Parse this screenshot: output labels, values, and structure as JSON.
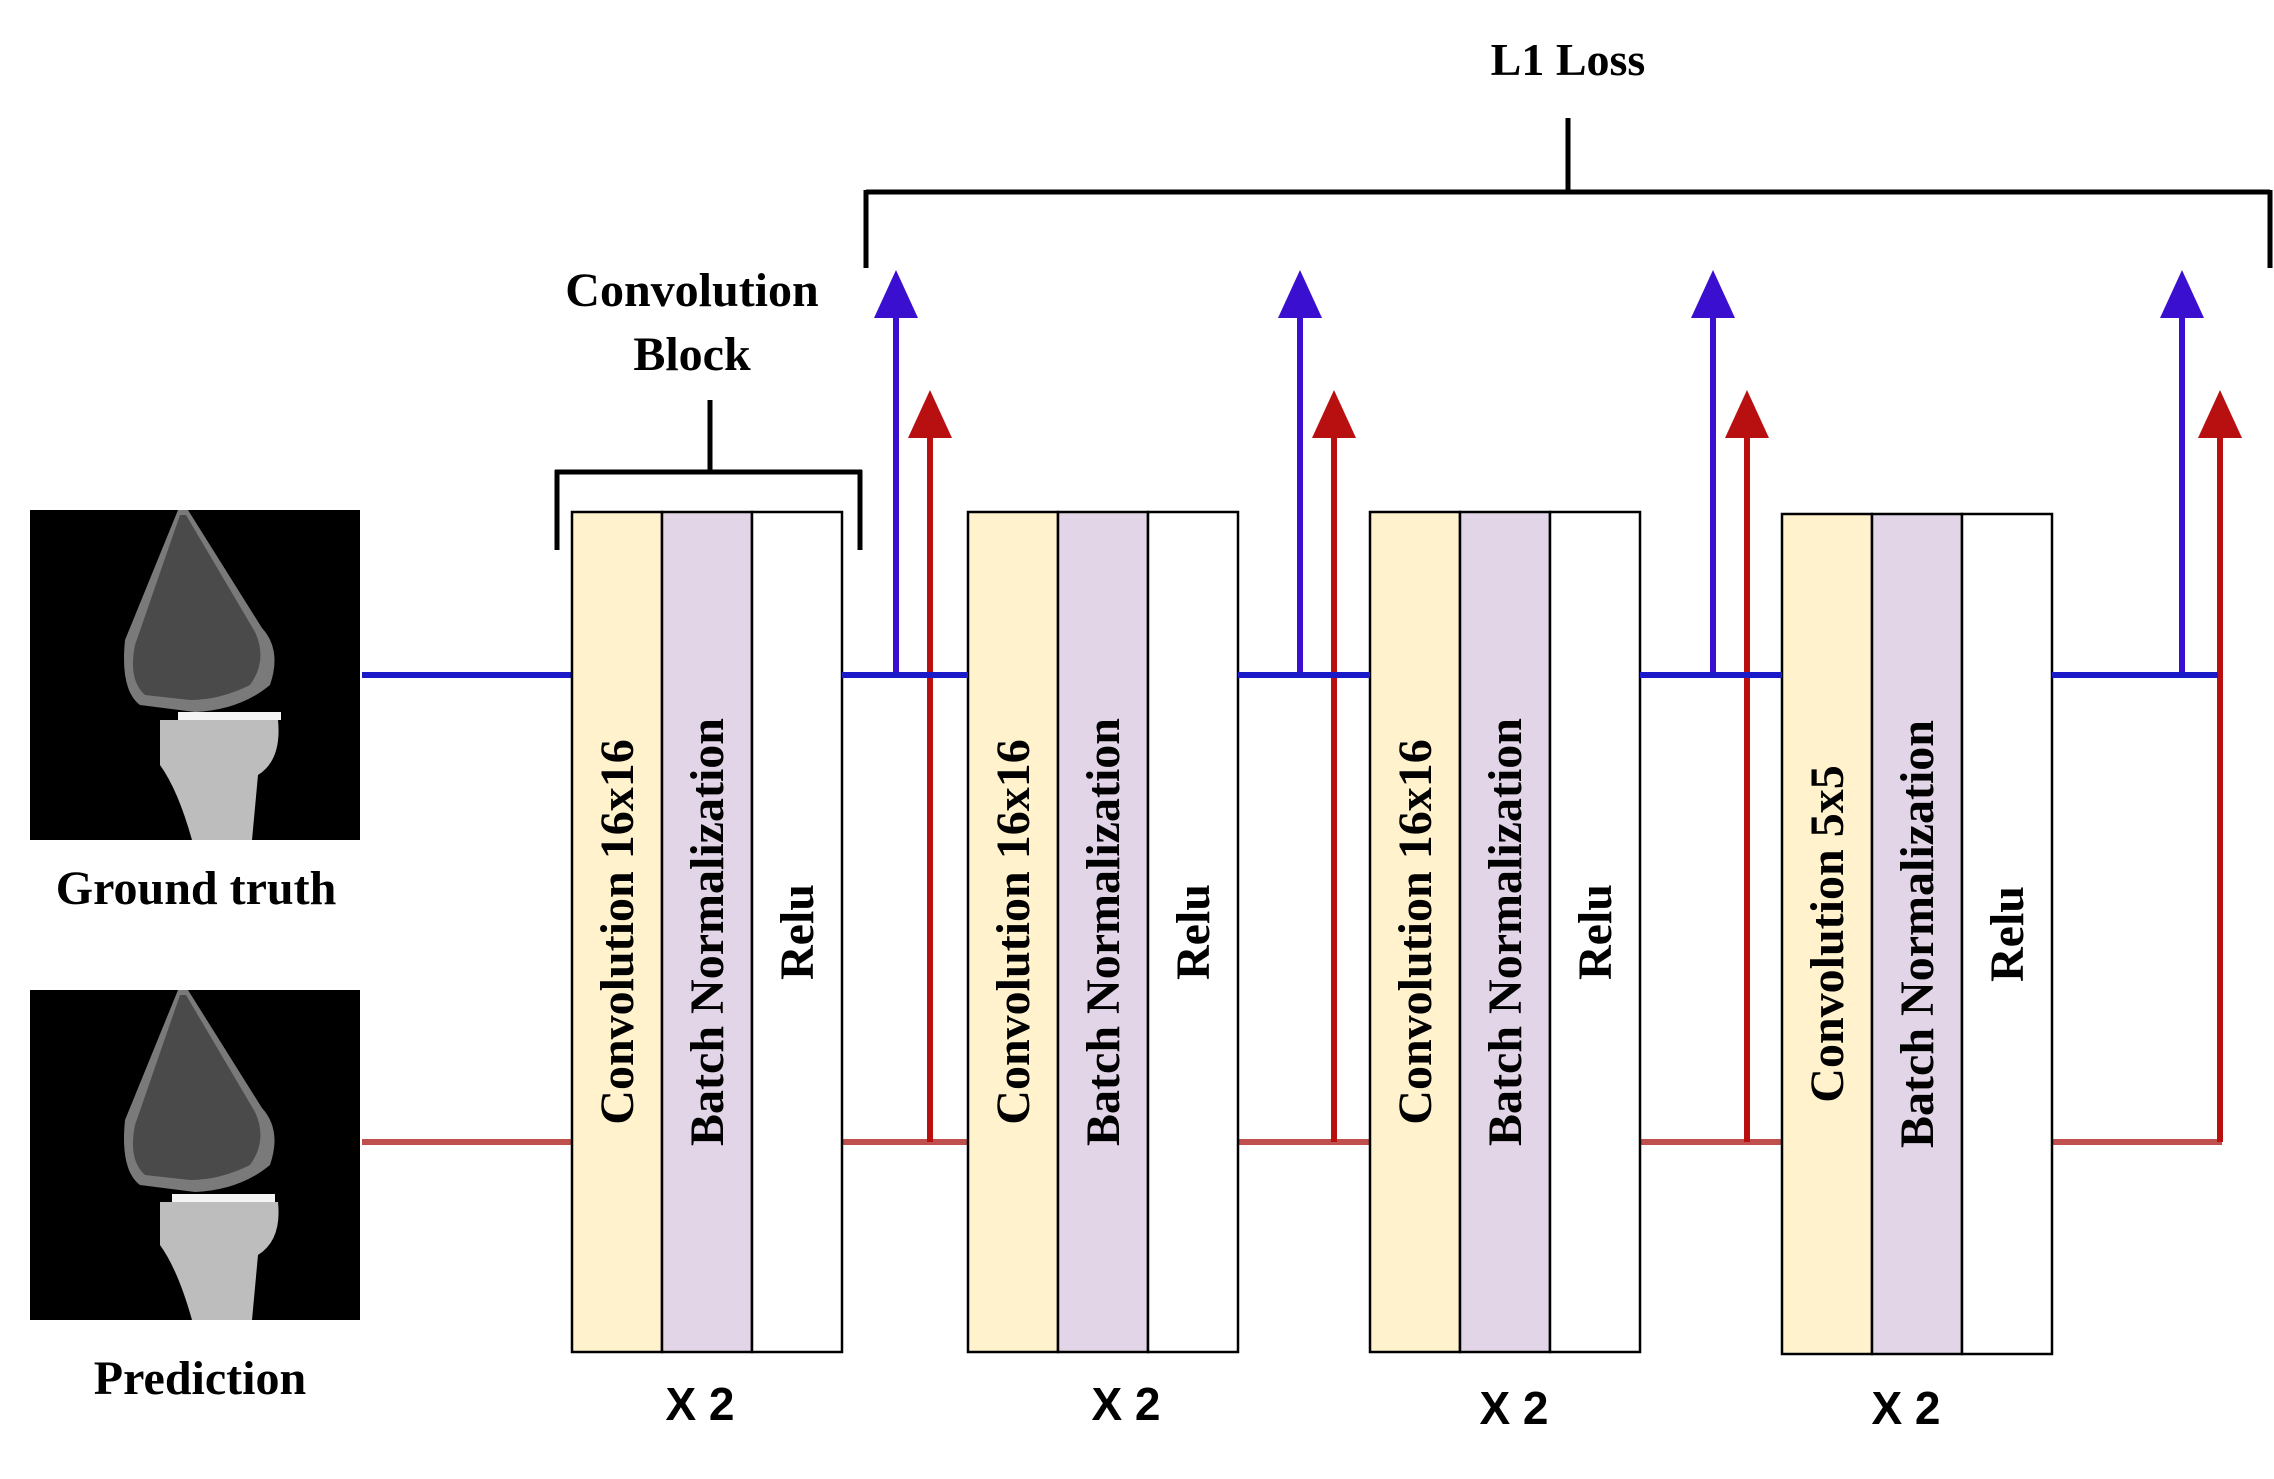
{
  "loss": {
    "label": "L1 Loss"
  },
  "conv_block_label": {
    "line1": "Convolution",
    "line2": "Block"
  },
  "inputs": {
    "ground_truth_label": "Ground truth",
    "prediction_label": "Prediction"
  },
  "blocks": [
    {
      "conv": "Convolution 16x16",
      "bn": "Batch Normalization",
      "relu": "Relu",
      "repeat": "X 2"
    },
    {
      "conv": "Convolution 16x16",
      "bn": "Batch Normalization",
      "relu": "Relu",
      "repeat": "X 2"
    },
    {
      "conv": "Convolution 16x16",
      "bn": "Batch Normalization",
      "relu": "Relu",
      "repeat": "X 2"
    },
    {
      "conv": "Convolution 5x5",
      "bn": "Batch Normalization",
      "relu": "Relu",
      "repeat": "X 2"
    }
  ],
  "colors": {
    "ground_truth_path": "#1a1ac8",
    "prediction_path": "#c0504d",
    "ground_truth_arrow": "#3a0fd0",
    "prediction_arrow": "#b81010",
    "conv_fill": "#fff2cc",
    "bn_fill": "#e1d5e7",
    "relu_fill": "#ffffff"
  },
  "icons": {
    "ground_truth_image": "knee-mri-segmentation",
    "prediction_image": "knee-mri-segmentation"
  }
}
